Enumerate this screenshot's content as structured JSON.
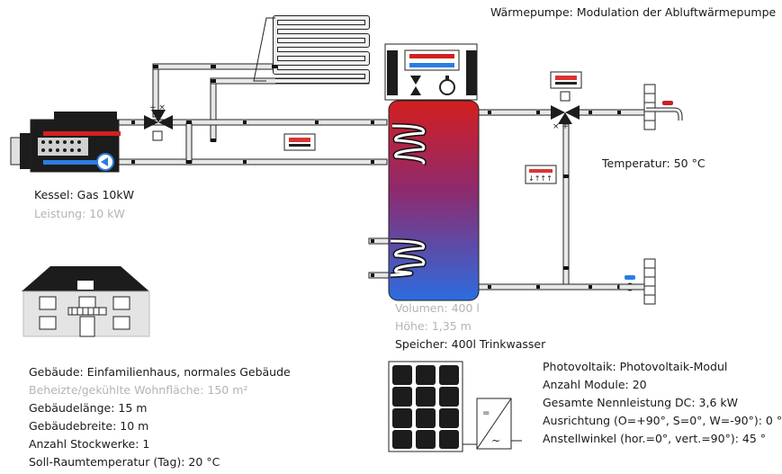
{
  "header": {
    "title": "Wärmepumpe: Modulation der Abluftwärmepumpe"
  },
  "boiler": {
    "label": "Kessel: Gas 10kW",
    "power_label": "Leistung: 10 kW"
  },
  "storage": {
    "volume_label": "Volumen: 400 l",
    "height_label": "Höhe: 1,35 m",
    "type_label": "Speicher: 400l Trinkwasser"
  },
  "hot_water": {
    "temperature_label": "Temperatur: 50 °C"
  },
  "building": {
    "lines": [
      {
        "text": "Gebäude: Einfamilienhaus, normales Gebäude",
        "muted": false
      },
      {
        "text": "Beheizte/gekühlte Wohnfläche: 150 m²",
        "muted": true
      },
      {
        "text": "Gebäudelänge: 15 m",
        "muted": false
      },
      {
        "text": "Gebäudebreite: 10 m",
        "muted": false
      },
      {
        "text": "Anzahl Stockwerke: 1",
        "muted": false
      },
      {
        "text": "Soll-Raumtemperatur (Tag): 20 °C",
        "muted": false
      }
    ]
  },
  "photovoltaic": {
    "lines": [
      "Photovoltaik: Photovoltaik-Modul",
      "Anzahl Module: 20",
      "Gesamte Nennleistung DC: 3,6 kW",
      "Ausrichtung (O=+90°, S=0°, W=-90°): 0 °",
      "Anstellwinkel (hor.=0°, vert.=90°): 45 °"
    ]
  },
  "colors": {
    "hot": "#d42020",
    "cold": "#2a7de1",
    "pipe": "#e6e6e6",
    "dark": "#1c1c1c"
  }
}
